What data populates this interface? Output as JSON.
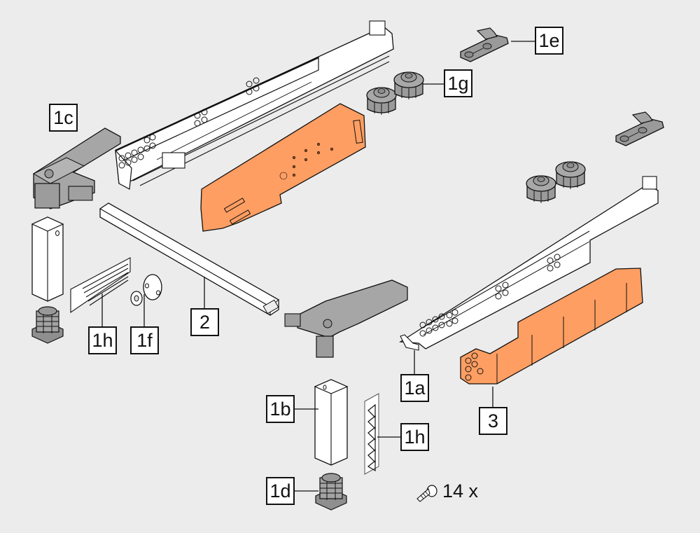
{
  "diagram": {
    "title": "Drawer runner assembly parts",
    "background_color": "#ececec",
    "colors": {
      "highlight_part": "#ff9e62",
      "plastic_part": "#a6a6a6",
      "metal_part": "#ffffff",
      "outline": "#111111",
      "label_box": "#ffffff"
    },
    "labels": [
      {
        "id": "1a",
        "text": "1a",
        "part": "drawer runner"
      },
      {
        "id": "1b",
        "text": "1b",
        "part": "vertical square tube"
      },
      {
        "id": "1c",
        "text": "1c",
        "part": "corner connector"
      },
      {
        "id": "1d",
        "text": "1d",
        "part": "tube end cap / foot"
      },
      {
        "id": "1e",
        "text": "1e",
        "part": "locking clip"
      },
      {
        "id": "1f",
        "text": "1f",
        "part": "washer and disc"
      },
      {
        "id": "1g",
        "text": "1g",
        "part": "adjustment knobs"
      },
      {
        "id": "1h_a",
        "text": "1h",
        "part": "label sticker"
      },
      {
        "id": "1h_b",
        "text": "1h",
        "part": "triangle sticker strip"
      },
      {
        "id": "2",
        "text": "2",
        "part": "horizontal square tube"
      },
      {
        "id": "3",
        "text": "3",
        "part": "orange carrier bracket"
      }
    ],
    "screws": {
      "icon": "screw-icon",
      "quantity_text": "14 x"
    }
  }
}
